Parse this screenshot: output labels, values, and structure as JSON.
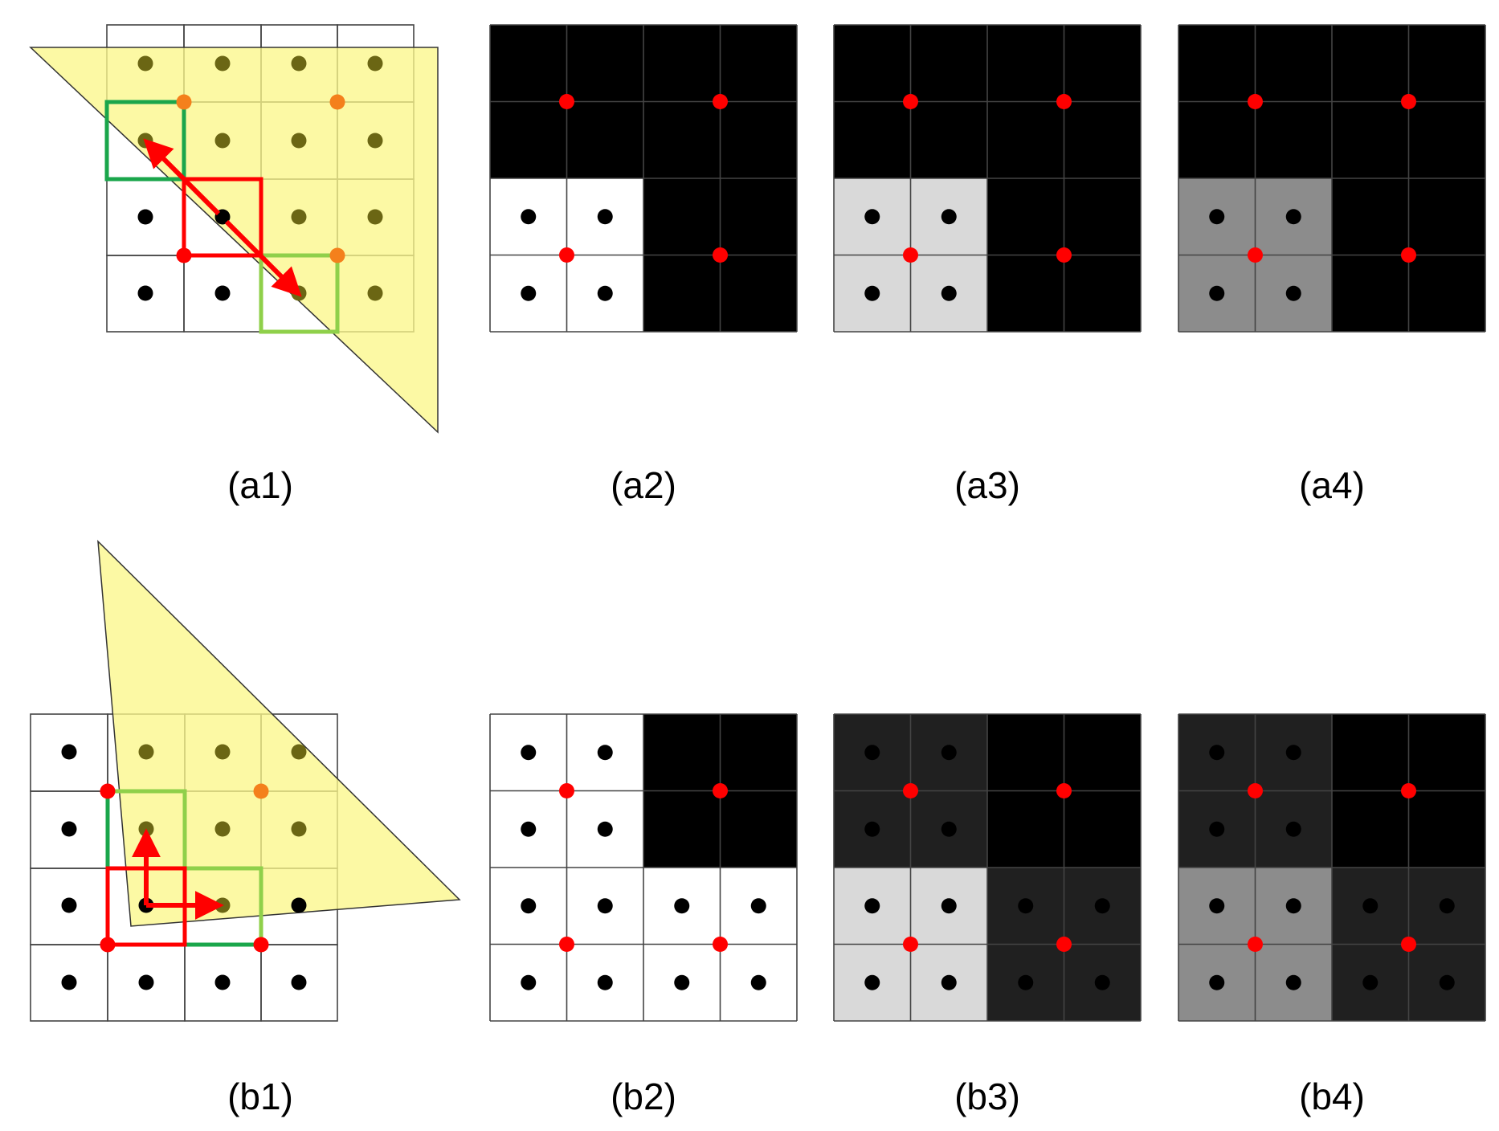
{
  "captions": [
    "(a1)",
    "(a2)",
    "(a3)",
    "(a4)",
    "(b1)",
    "(b2)",
    "(b3)",
    "(b4)"
  ],
  "colors": {
    "triangle_fill": "#fbf78a",
    "sample_dot": "#000000",
    "sample_dot_covered": "#6b6614",
    "vertex_dot": "#ff0000",
    "vertex_dot_covered": "#f4801c",
    "highlight_box": "#ff0000",
    "neighbor_box_dark": "#1aa64b",
    "neighbor_box_light": "#8fd04a",
    "grid_line": "#444444",
    "white": "#ffffff",
    "black": "#000000",
    "light_gray": "#d9d9d9",
    "mid_gray": "#8c8c8c",
    "dark_gray": "#202020"
  },
  "rows": {
    "a": {
      "panel1": {
        "grid": "4x4",
        "triangle_covers": "upper-right half along the anti-diagonal",
        "arrows": [
          "diagonal-up-left",
          "diagonal-down-right"
        ]
      },
      "panel_quadrants": [
        [
          "black",
          "black",
          "white",
          "black"
        ],
        [
          "black",
          "black",
          "light_gray",
          "black"
        ],
        [
          "black",
          "black",
          "mid_gray",
          "black"
        ]
      ]
    },
    "b": {
      "panel1": {
        "grid": "4x4",
        "triangle_covers": "upper-right wedge",
        "arrows": [
          "up",
          "right"
        ]
      },
      "panel_quadrants": [
        [
          "white",
          "black",
          "white",
          "white"
        ],
        [
          "dark_gray",
          "black",
          "light_gray",
          "dark_gray"
        ],
        [
          "dark_gray",
          "black",
          "mid_gray",
          "dark_gray"
        ]
      ]
    }
  }
}
